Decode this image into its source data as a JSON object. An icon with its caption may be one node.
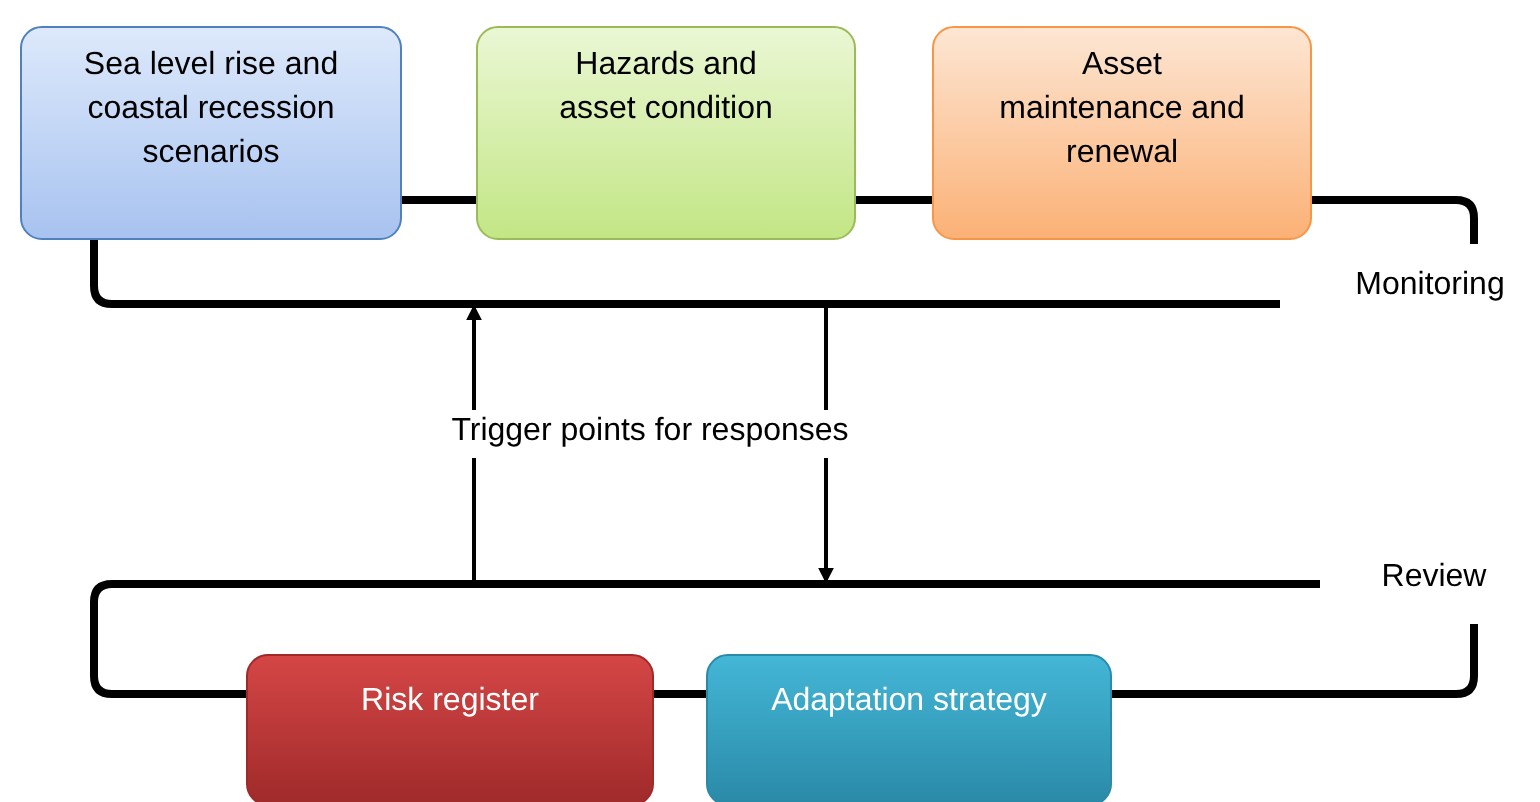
{
  "diagram": {
    "nodes": [
      {
        "text": [
          "Sea level rise and coastal recession scenarios"
        ]
      },
      {
        "text": [
          "Hazards and asset condition"
        ]
      },
      {
        "text": [
          "Asset maintenance and renewal"
        ]
      },
      {
        "text": [
          "Monitoring"
        ]
      },
      {
        "text": [
          "Trigger points for responses"
        ]
      },
      {
        "text": [
          "Review"
        ]
      },
      {
        "text": [
          "Risk register"
        ]
      },
      {
        "text": [
          "Adaptation strategy"
        ]
      }
    ],
    "edges": [
      {
        "from": null,
        "to": 4,
        "arrow": "none"
      },
      {
        "from": 4,
        "to": null,
        "arrow": "to"
      },
      {
        "from": null,
        "to": 4,
        "arrow": "none"
      },
      {
        "from": 4,
        "to": null,
        "arrow": "to"
      }
    ]
  }
}
